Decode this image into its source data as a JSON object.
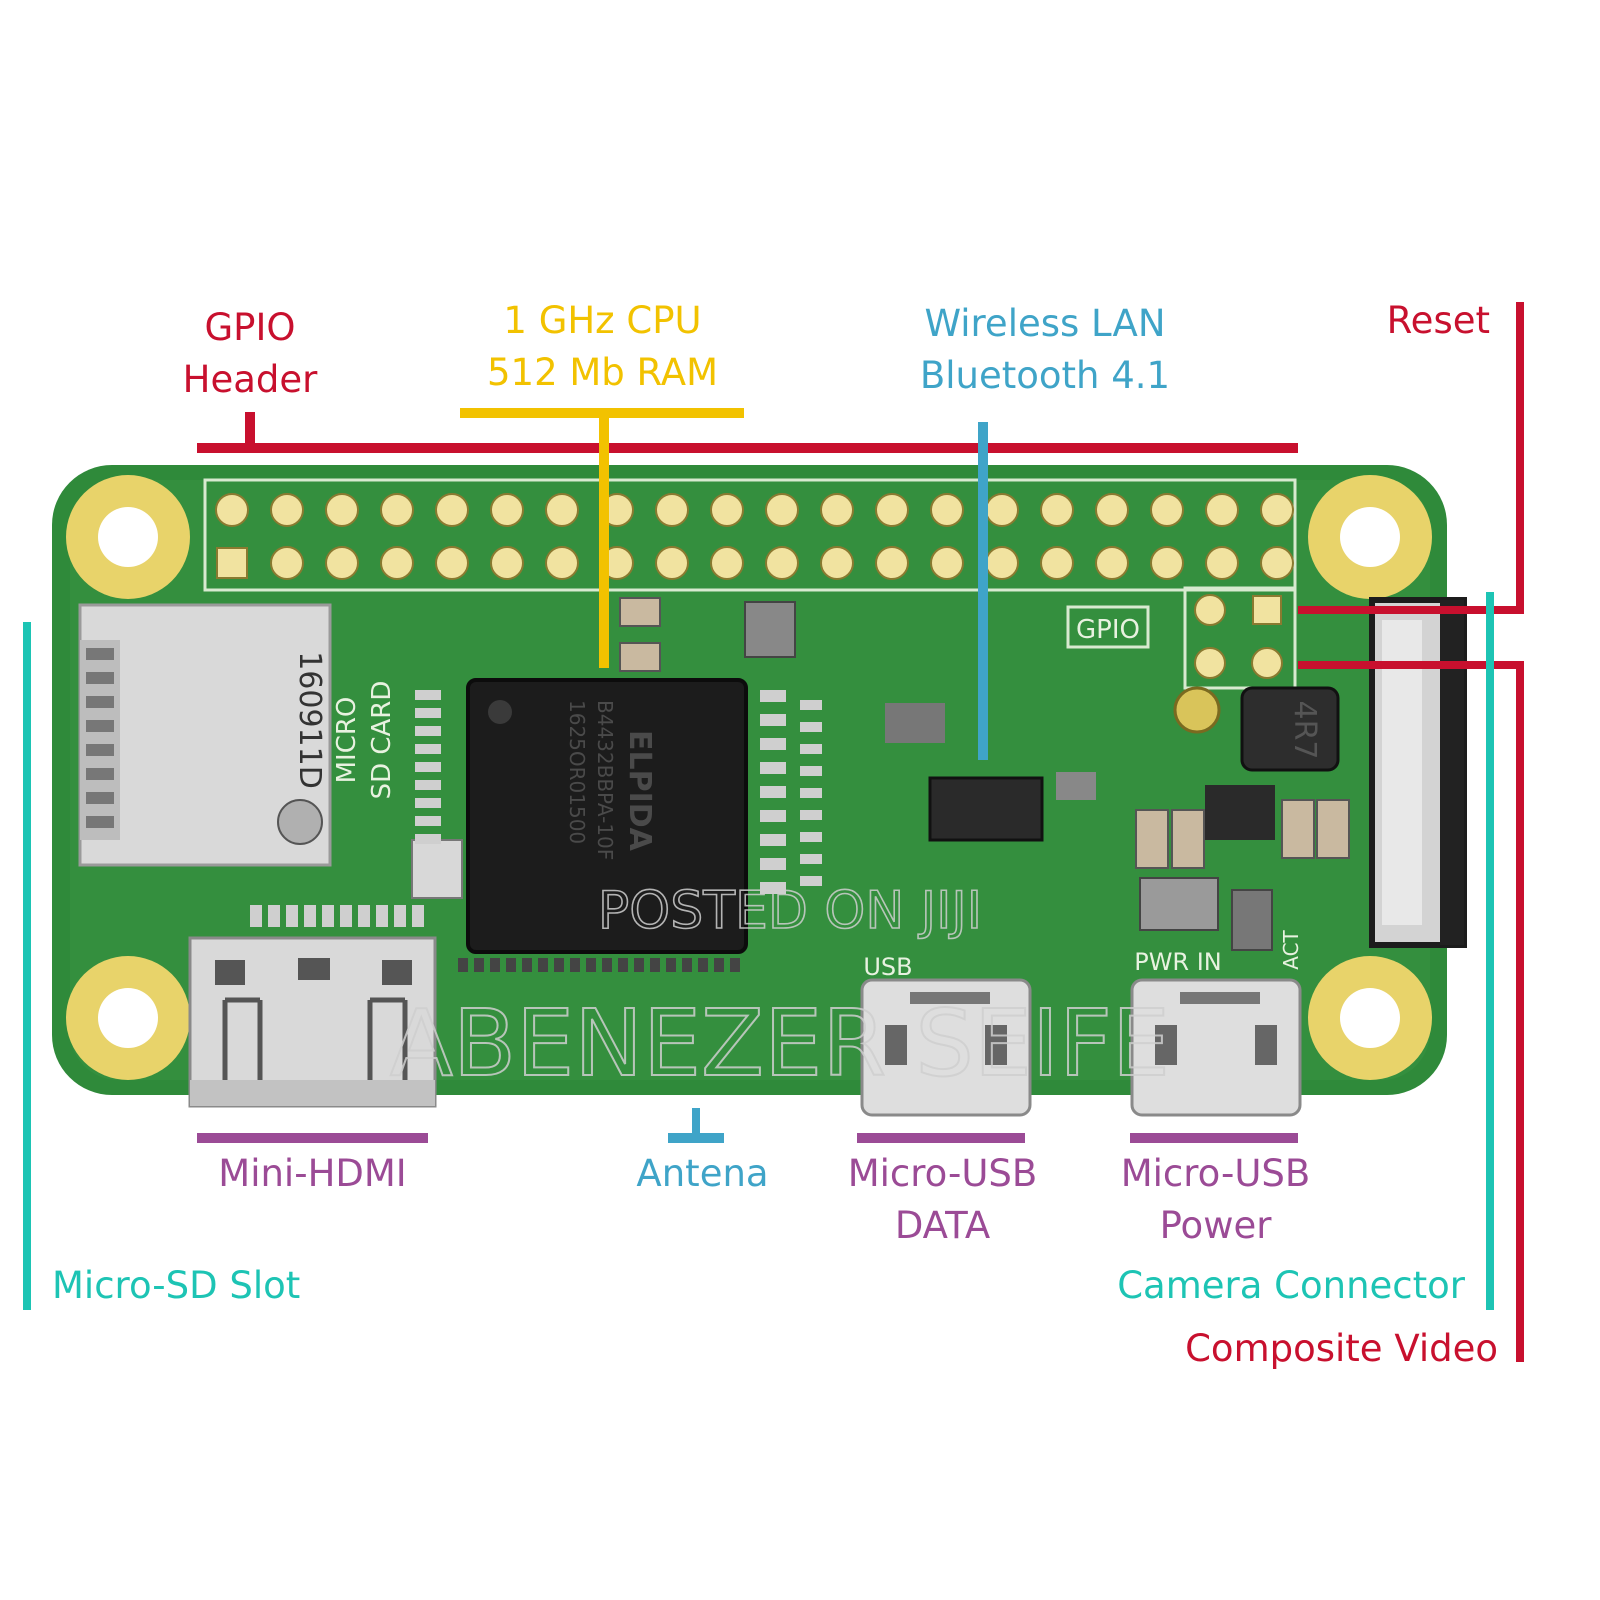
{
  "colors": {
    "red": "#c8102e",
    "yellow": "#f2c200",
    "blue": "#3fa4c8",
    "purple": "#9b4b96",
    "teal": "#1dc4b4",
    "board_green": "#2f8a3a",
    "pad_gold": "#e8d36a"
  },
  "labels": {
    "gpio_header": [
      "GPIO",
      "Header"
    ],
    "cpu": [
      "1 GHz CPU",
      "512 Mb RAM"
    ],
    "wireless": [
      "Wireless LAN",
      "Bluetooth 4.1"
    ],
    "reset": "Reset",
    "mini_hdmi": "Mini-HDMI",
    "antena": "Antena",
    "micro_usb_data": [
      "Micro-USB",
      "DATA"
    ],
    "micro_usb_power": [
      "Micro-USB",
      "Power"
    ],
    "micro_sd_slot": "Micro-SD Slot",
    "camera_connector": "Camera Connector",
    "composite_video": "Composite Video"
  },
  "silkscreen": {
    "gpio": "GPIO",
    "micro_sd_card": [
      "MICRO",
      "SD CARD"
    ],
    "usb": "USB",
    "pwr_in": "PWR  IN",
    "act": "ACT",
    "inductor": "4R7",
    "ram_chip": [
      "ELPIDA",
      "B4432BBPA-10F",
      "1625OR01500"
    ],
    "sd_code": "160911D"
  },
  "watermark": {
    "line1": "POSTED ON JIJI",
    "line2": "ABENEZER SEIFE"
  }
}
